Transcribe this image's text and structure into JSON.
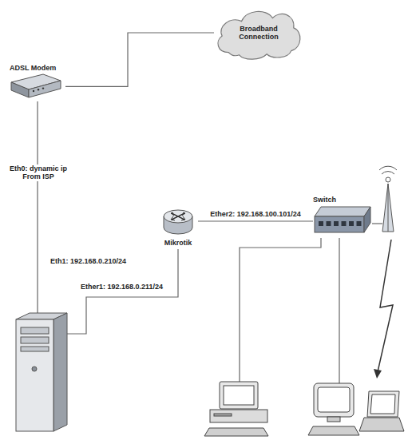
{
  "diagram": {
    "nodes": [
      {
        "text": [
          "Broadband Connection"
        ]
      },
      {
        "text": [
          "ADSL Modem"
        ]
      },
      {
        "text": [
          "Mikrotik"
        ]
      },
      {
        "text": [
          "Switch"
        ]
      }
    ],
    "edges": [
      {
        "from": 1,
        "to": 0,
        "arrow": "none"
      },
      {
        "from": 2,
        "to": 3,
        "label": "Ether2: 192.168.100.101/24",
        "arrow": "none"
      }
    ],
    "labels": [
      "Eth0: dynamic ip From ISP",
      "Eth1: 192.168.0.210/24",
      "Ether1: 192.168.0.211/24"
    ]
  }
}
